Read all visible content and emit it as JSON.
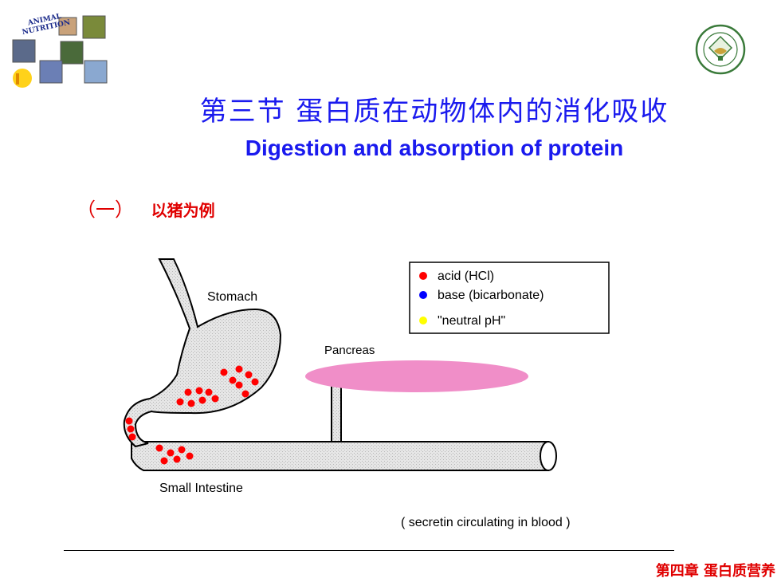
{
  "header": {
    "logo_text_line1": "ANIMAL",
    "logo_text_line2": "NUTRITION",
    "title_cn": "第三节 蛋白质在动物体内的消化吸收",
    "title_en": "Digestion and absorption of protein"
  },
  "section": {
    "label": "（一）",
    "subtitle": "以猪为例"
  },
  "diagram": {
    "stomach_label": "Stomach",
    "pancreas_label": "Pancreas",
    "intestine_label": "Small Intestine",
    "note": "( secretin circulating in blood )",
    "legend": [
      {
        "color": "#ff0000",
        "label": "acid (HCl)"
      },
      {
        "color": "#0000ff",
        "label": "base (bicarbonate)"
      },
      {
        "color": "#ffff00",
        "label": "\"neutral pH\""
      }
    ]
  },
  "footer": {
    "chapter": "第四章  蛋白质营养"
  },
  "colors": {
    "title": "#1a1aee",
    "accent_red": "#e00000",
    "organ_fill": "#e6e6e6",
    "pancreas_fill": "#f08ec8"
  }
}
